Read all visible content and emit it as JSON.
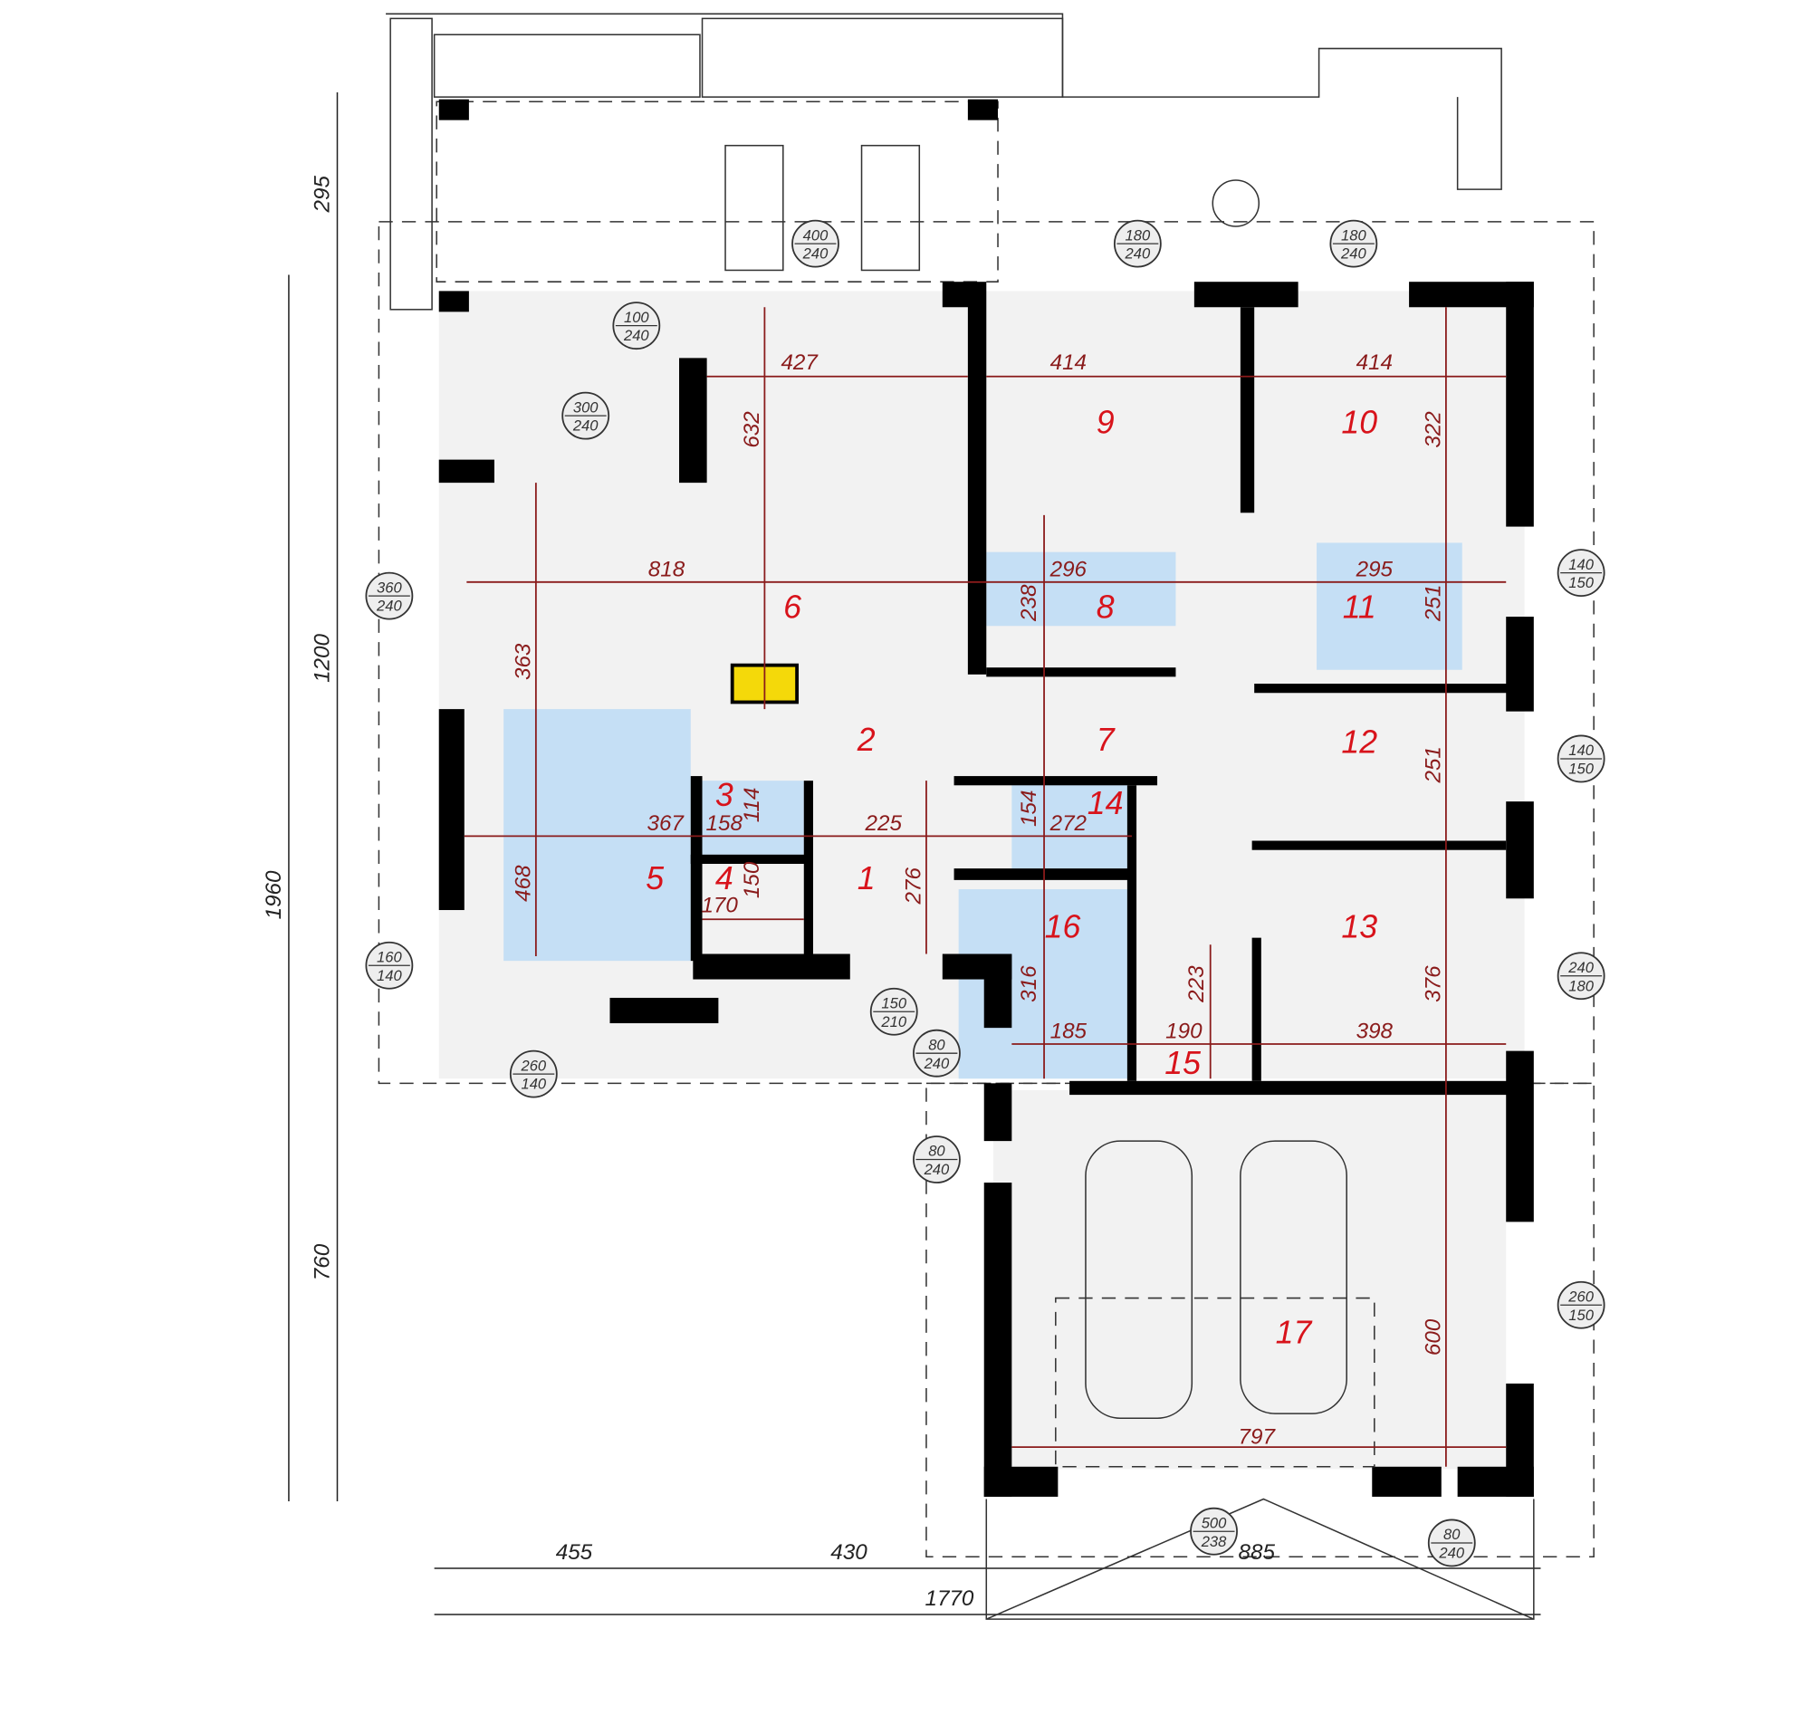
{
  "rooms": [
    "1",
    "2",
    "3",
    "4",
    "5",
    "6",
    "7",
    "8",
    "9",
    "10",
    "11",
    "12",
    "13",
    "14",
    "15",
    "16",
    "17"
  ],
  "dimensions": {
    "horizontal": [
      "427",
      "414",
      "414",
      "818",
      "296",
      "295",
      "367",
      "158",
      "225",
      "272",
      "170",
      "185",
      "190",
      "398",
      "797"
    ],
    "vertical": [
      "632",
      "363",
      "468",
      "238",
      "251",
      "322",
      "251",
      "114",
      "150",
      "276",
      "154",
      "316",
      "223",
      "376",
      "600"
    ]
  },
  "overall_dimensions": {
    "left": [
      "295",
      "1200",
      "760"
    ],
    "total_height": "1960",
    "bottom": [
      "455",
      "430",
      "885"
    ],
    "total_width": "1770"
  },
  "openings": [
    {
      "w": "400",
      "h": "240"
    },
    {
      "w": "180",
      "h": "240"
    },
    {
      "w": "180",
      "h": "240"
    },
    {
      "w": "100",
      "h": "240"
    },
    {
      "w": "300",
      "h": "240"
    },
    {
      "w": "360",
      "h": "240"
    },
    {
      "w": "140",
      "h": "150"
    },
    {
      "w": "140",
      "h": "150"
    },
    {
      "w": "160",
      "h": "140"
    },
    {
      "w": "240",
      "h": "180"
    },
    {
      "w": "260",
      "h": "140"
    },
    {
      "w": "150",
      "h": "210"
    },
    {
      "w": "80",
      "h": "240"
    },
    {
      "w": "80",
      "h": "240"
    },
    {
      "w": "260",
      "h": "150"
    },
    {
      "w": "500",
      "h": "238"
    },
    {
      "w": "80",
      "h": "240"
    }
  ],
  "colors": {
    "wet_rooms": "#c5dff5",
    "room_numbers": "#d8131b",
    "dimensions": "#8a1b1b",
    "walls": "#000000"
  }
}
